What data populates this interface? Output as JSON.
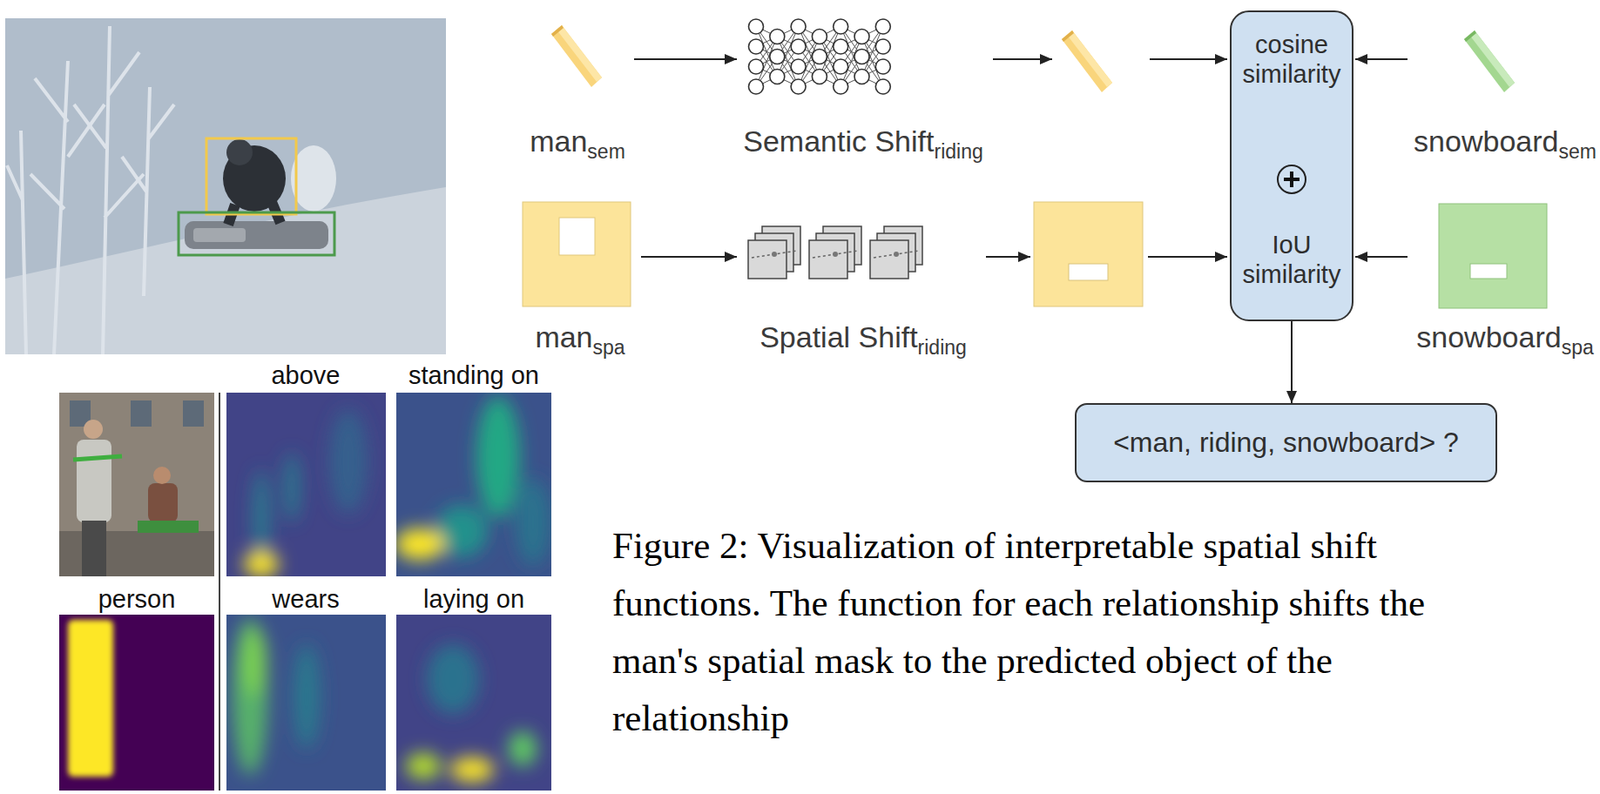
{
  "diagram": {
    "caption": "Figure 2: Visualization of interpretable spatial shift functions. The function for each relationship shifts the man's spatial mask to the predicted object of the relationship",
    "nodes": [
      {
        "text": [
          "man",
          "sem"
        ]
      },
      {
        "text": [
          "Semantic Shift",
          "riding"
        ]
      },
      {
        "text": [
          "cosine similarity",
          "IoU similarity"
        ]
      },
      {
        "text": [
          "snowboard",
          "sem"
        ]
      },
      {
        "text": [
          "man",
          "spa"
        ]
      },
      {
        "text": [
          "Spatial Shift",
          "riding"
        ]
      },
      {
        "text": [
          "snowboard",
          "spa"
        ]
      },
      {
        "text": [
          "<man, riding, snowboard> ?"
        ]
      }
    ],
    "edges": [
      {
        "from": 0,
        "to": 1,
        "arrow": "to"
      },
      {
        "from": 3,
        "to": 2,
        "arrow": "to"
      },
      {
        "from": 4,
        "to": 5,
        "arrow": "to"
      },
      {
        "from": 6,
        "to": 2,
        "arrow": "to"
      },
      {
        "from": 2,
        "to": 7,
        "arrow": "to"
      }
    ],
    "labels": [
      "above",
      "standing on",
      "person",
      "wears",
      "laying on"
    ]
  }
}
